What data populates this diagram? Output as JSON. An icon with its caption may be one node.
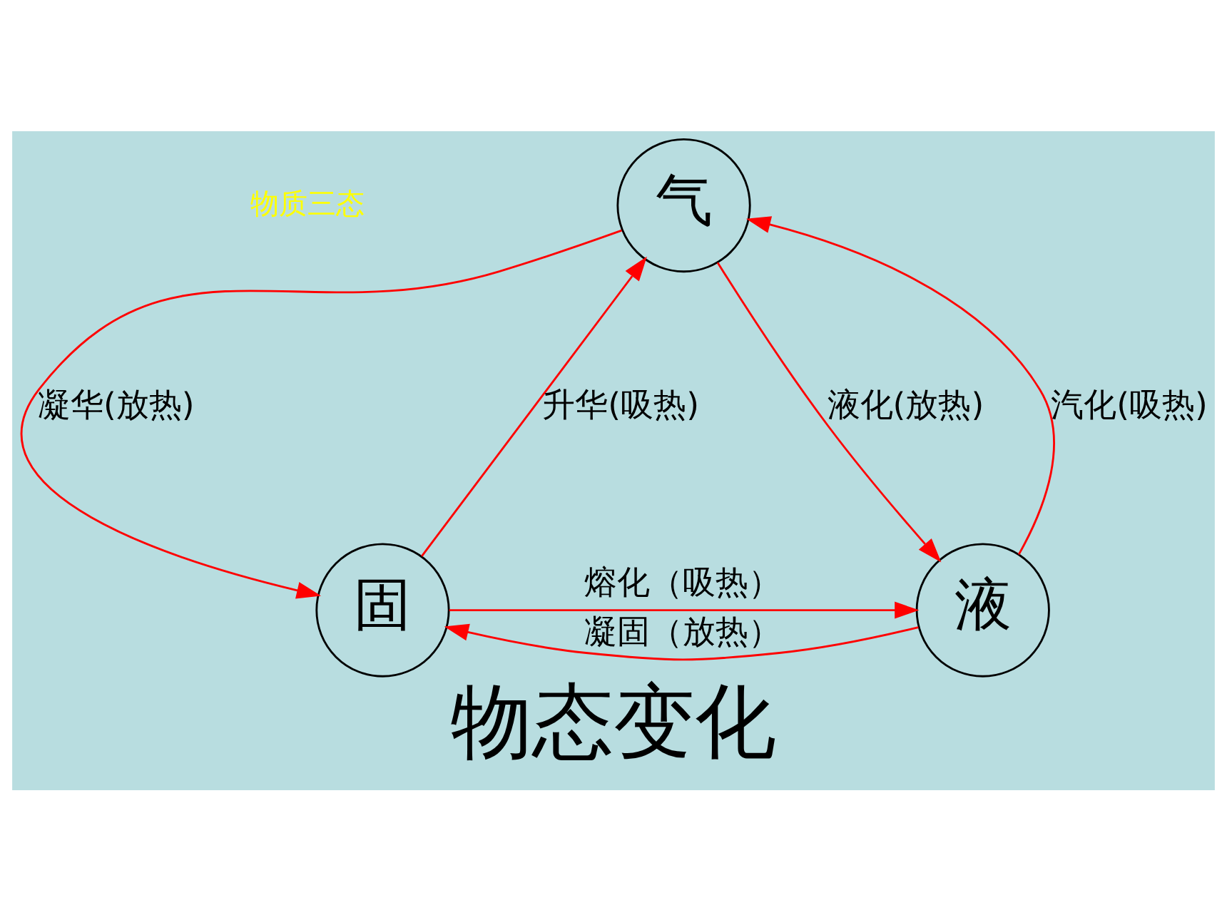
{
  "diagram": {
    "caption": "物态变化",
    "nodes": [
      {
        "text": [
          "气"
        ]
      },
      {
        "text": [
          "固"
        ]
      },
      {
        "text": [
          "液"
        ]
      }
    ],
    "edges": [
      {
        "from": 0,
        "to": 1,
        "arrow": "to",
        "label": "凝华(放热)"
      },
      {
        "from": 1,
        "to": 0,
        "arrow": "to",
        "label": "升华(吸热)"
      },
      {
        "from": 2,
        "to": 0,
        "arrow": "to",
        "label": "汽化(吸热)"
      },
      {
        "from": 0,
        "to": 2,
        "arrow": "to",
        "label": "液化(放热)"
      },
      {
        "from": 1,
        "to": 2,
        "arrow": "to",
        "label": "熔化（吸热）"
      },
      {
        "from": 2,
        "to": 1,
        "arrow": "to",
        "label": "凝固（放热）"
      }
    ],
    "labels": [
      "物质三态"
    ]
  }
}
